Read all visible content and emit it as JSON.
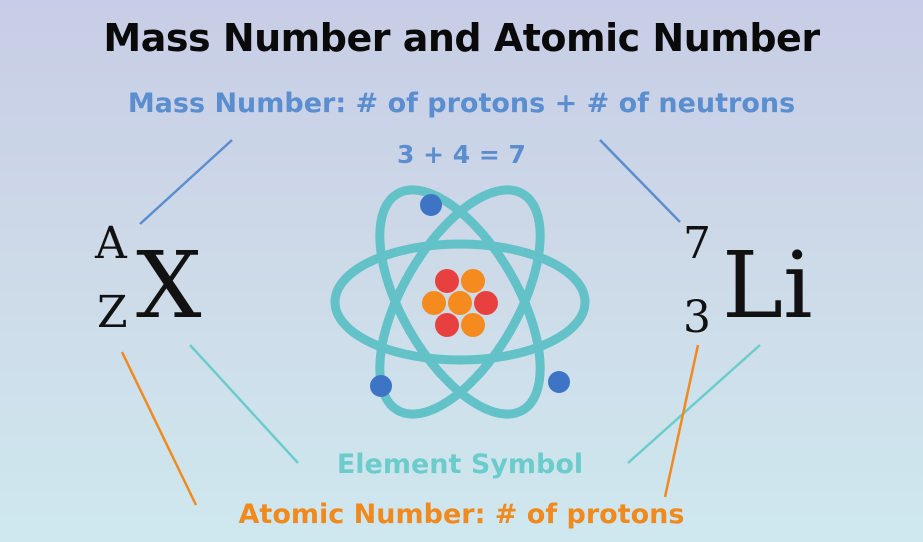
{
  "title": "Mass Number and Atomic Number",
  "mass_label": "Mass Number: # of protons + # of neutrons",
  "equation": "3 + 4 = 7",
  "element_symbol_label": "Element Symbol",
  "atomic_label": "Atomic Number: # of protons",
  "generic_notation": {
    "mass": "A",
    "atomic": "Z",
    "symbol": "X"
  },
  "lithium_notation": {
    "mass": "7",
    "atomic": "3",
    "symbol": "Li"
  },
  "colors": {
    "mass_blue": "#5b8ecf",
    "element_teal": "#6ccccc",
    "atomic_orange": "#f08a1e",
    "orbit": "#62c2c7",
    "electron": "#3d74c6",
    "proton": "#e8403f",
    "neutron": "#f58a1e"
  },
  "icons": [
    "atom-icon"
  ]
}
